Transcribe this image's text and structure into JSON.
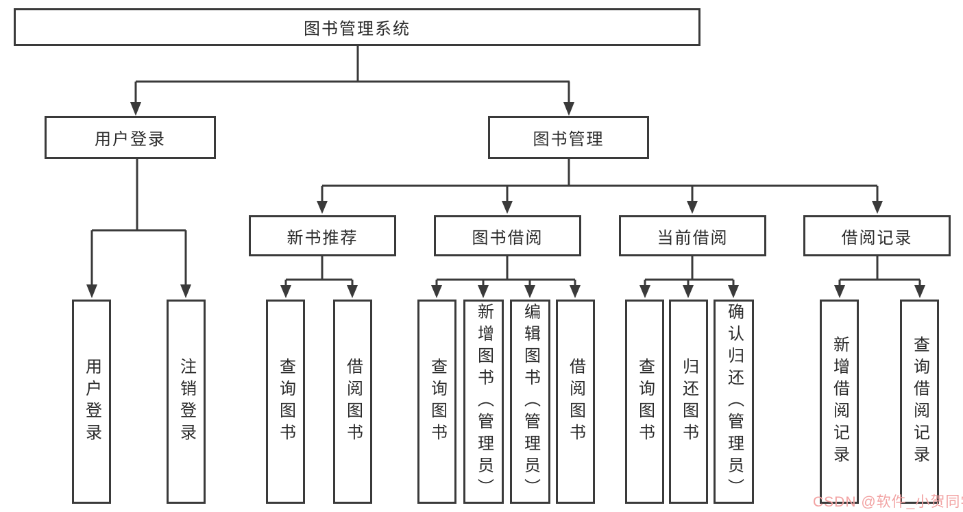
{
  "root": {
    "label": "图书管理系统"
  },
  "level2": [
    {
      "label": "用户登录"
    },
    {
      "label": "图书管理"
    }
  ],
  "level3": [
    {
      "label": "新书推荐"
    },
    {
      "label": "图书借阅"
    },
    {
      "label": "当前借阅"
    },
    {
      "label": "借阅记录"
    }
  ],
  "leaves": [
    {
      "label": "用户登录"
    },
    {
      "label": "注销登录"
    },
    {
      "label": "查询图书"
    },
    {
      "label": "借阅图书"
    },
    {
      "label": "查询图书"
    },
    {
      "label": "新增图书（管理员）"
    },
    {
      "label": "编辑图书（管理员）"
    },
    {
      "label": "借阅图书"
    },
    {
      "label": "查询图书"
    },
    {
      "label": "归还图书"
    },
    {
      "label": "确认归还（管理员）"
    },
    {
      "label": "新增借阅记录"
    },
    {
      "label": "查询借阅记录"
    }
  ],
  "watermark": {
    "text": "CSDN @软件_小贺同学"
  },
  "colors": {
    "line": "#3a3a3a",
    "text": "#2b2b2b",
    "background": "#ffffff",
    "watermark": "#f2a2a2"
  }
}
